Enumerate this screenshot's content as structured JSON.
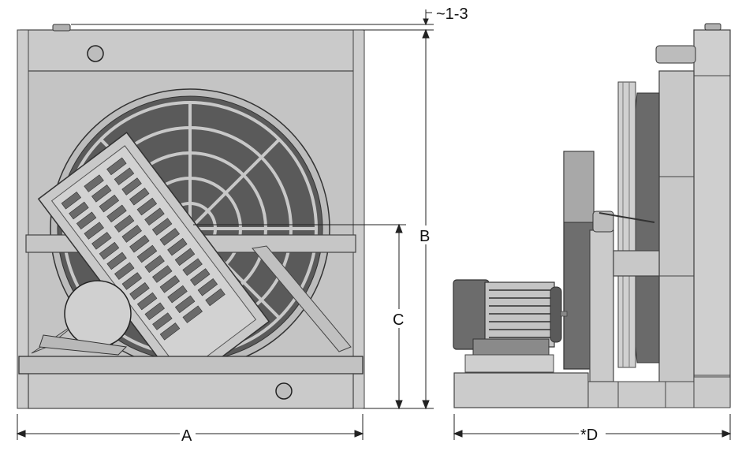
{
  "dimensions": {
    "top_offset": "~1-3",
    "height_total": "B",
    "height_partial": "C",
    "width_front": "A",
    "depth_side": "*D"
  },
  "colors": {
    "frame": "#c9c9c9",
    "frame_dark": "#9a9a9a",
    "fan_dark": "#555555",
    "line": "#222222",
    "outline": "#333333"
  }
}
